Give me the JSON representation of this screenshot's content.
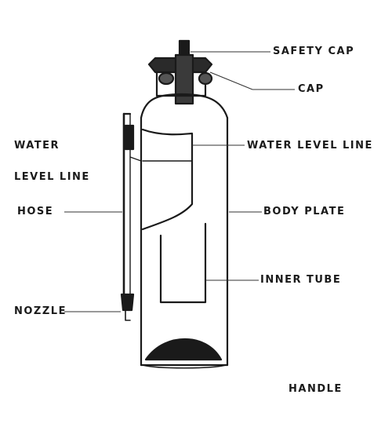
{
  "labels": {
    "safety_cap": "SAFETY CAP",
    "cap": "CAP",
    "water_line_left_1": "WATER",
    "water_line_left_2": "LEVEL LINE",
    "water_level_line": "WATER LEVEL LINE",
    "hose": "HOSE",
    "body_plate": "BODY PLATE",
    "inner_tube": "INNER TUBE",
    "nozzle": "NOZZLE",
    "handle": "HANDLE"
  },
  "colors": {
    "ink": "#1a1a1a",
    "background": "#ffffff"
  }
}
